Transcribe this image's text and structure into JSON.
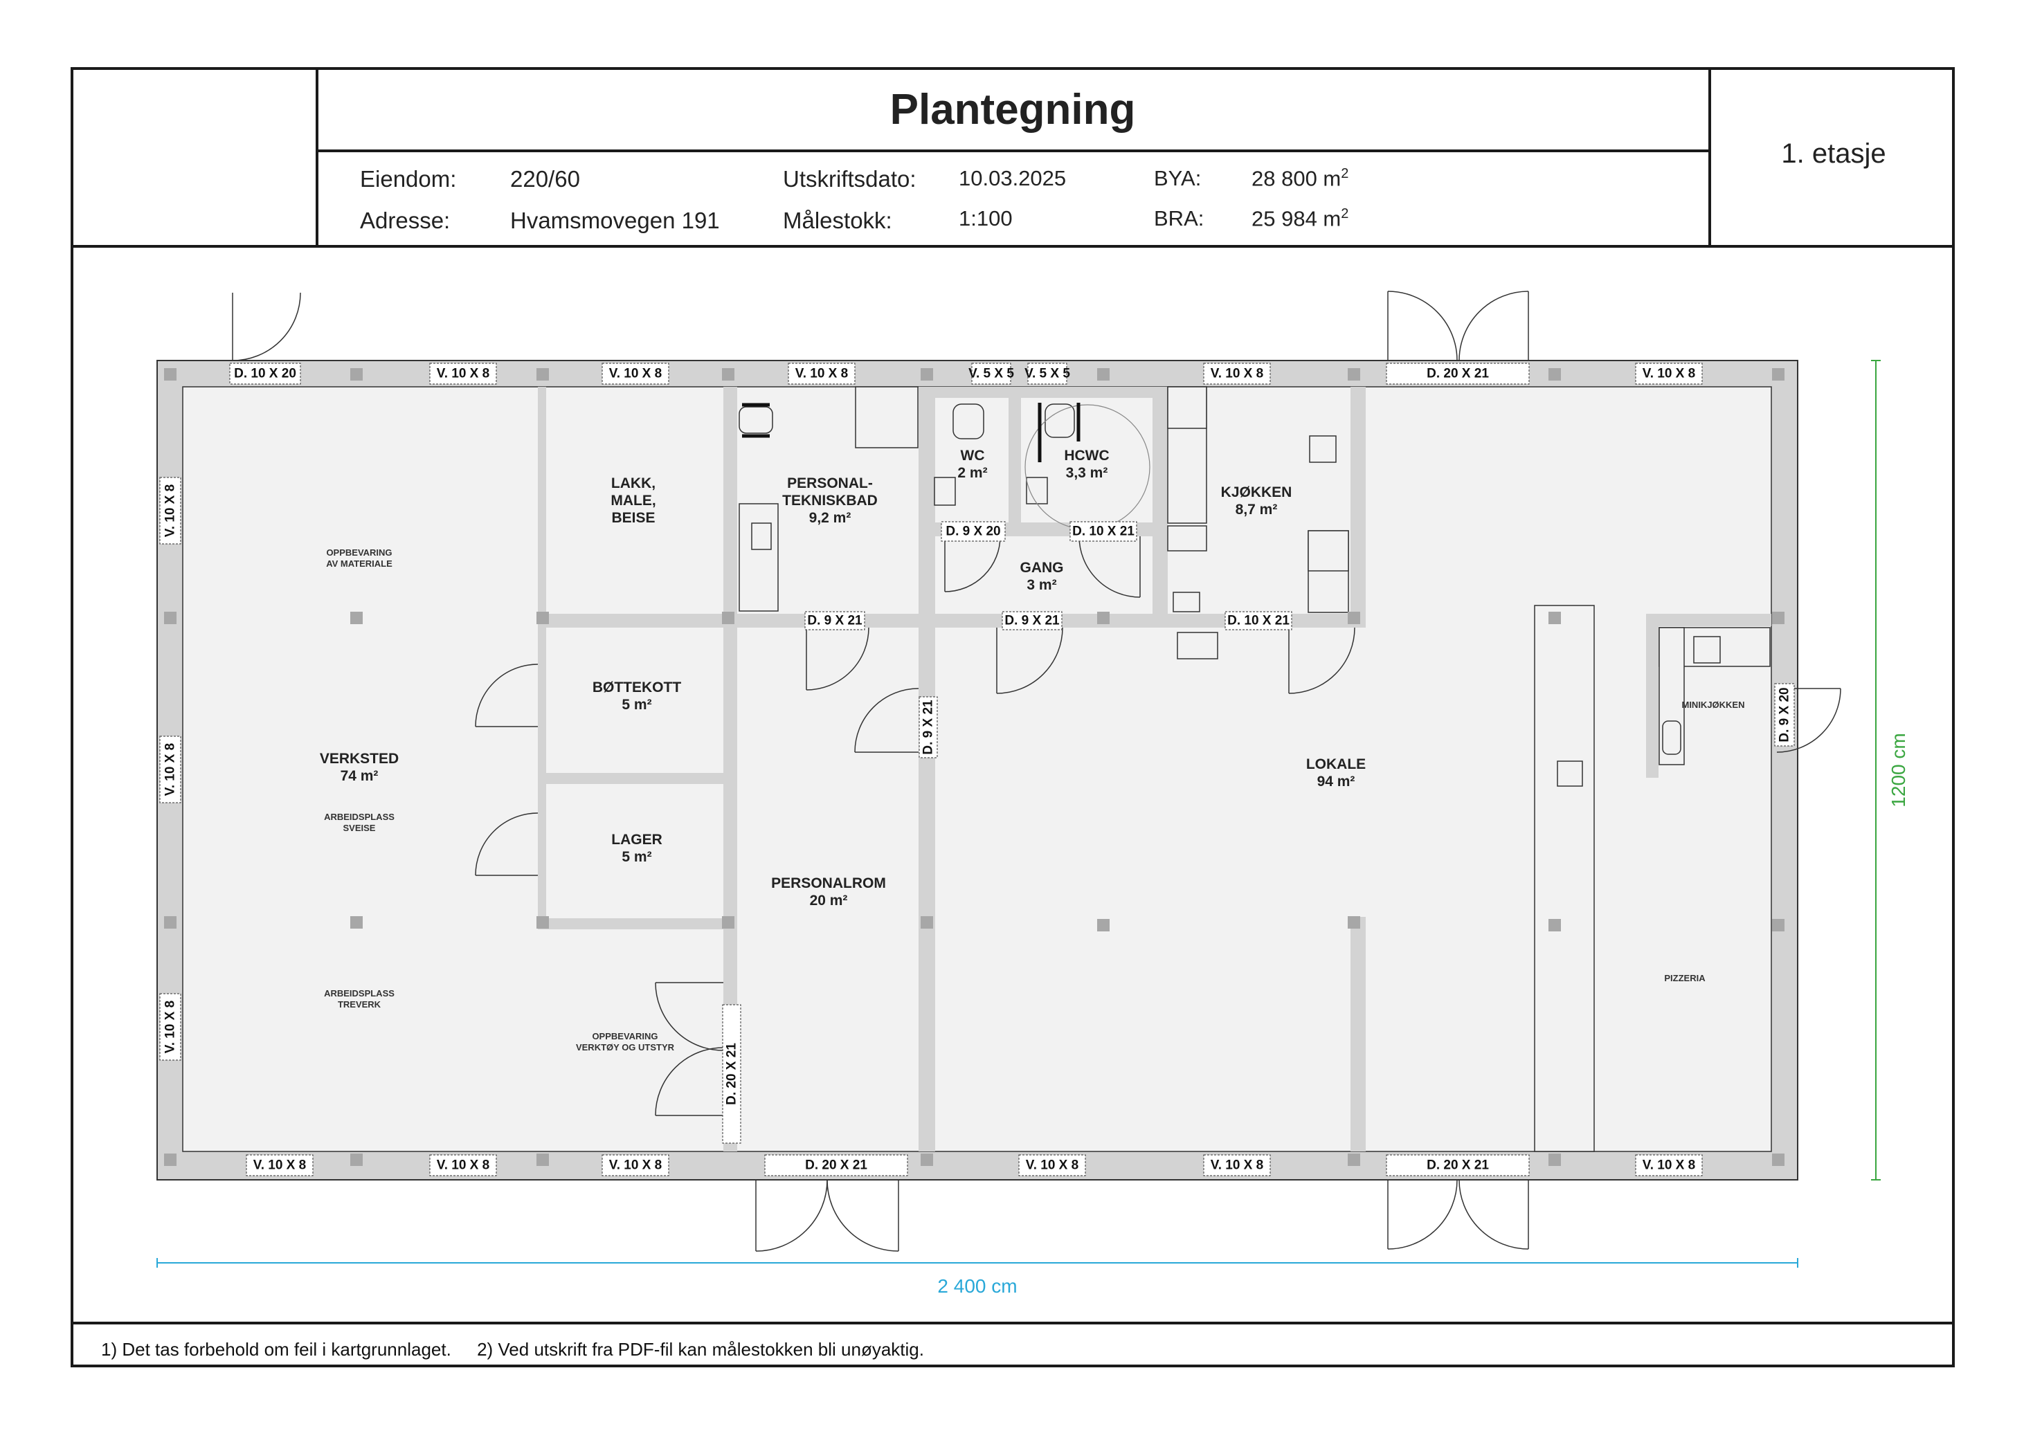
{
  "header": {
    "title": "Plantegning",
    "floor": "1. etasje",
    "fields": {
      "eiendom_label": "Eiendom:",
      "eiendom_value": "220/60",
      "adresse_label": "Adresse:",
      "adresse_value": "Hvamsmovegen 191",
      "utskriftsdato_label": "Utskriftsdato:",
      "utskriftsdato_value": "10.03.2025",
      "malestokk_label": "Målestokk:",
      "malestokk_value": "1:100",
      "bya_label": "BYA:",
      "bya_value": "28 800 m",
      "bra_label": "BRA:",
      "bra_value": "25 984 m",
      "area_unit_sup": "2"
    }
  },
  "footer": {
    "note1": "1) Det tas forbehold om feil i kartgrunnlaget.",
    "note2": "2) Ved utskrift fra PDF-fil kan målestokken bli unøyaktig."
  },
  "dimensions": {
    "width_label": "2 400 cm",
    "height_label": "1200 cm",
    "width_color": "#29a8d8",
    "height_color": "#3aa640"
  },
  "colors": {
    "wall": "#d3d3d3",
    "floor": "#f2f2f2",
    "pillar": "#a7a7a7",
    "line": "#333333"
  },
  "rooms": [
    {
      "name": "VERKSTED",
      "area": "74 m²"
    },
    {
      "name": "LAKK,",
      "line2": "MALE,",
      "line3": "BEISE"
    },
    {
      "name": "PERSONAL-",
      "line2": "TEKNISKBAD",
      "area": "9,2 m²"
    },
    {
      "name": "WC",
      "area": "2 m²"
    },
    {
      "name": "HCWC",
      "area": "3,3 m²"
    },
    {
      "name": "KJØKKEN",
      "area": "8,7 m²"
    },
    {
      "name": "GANG",
      "area": "3 m²"
    },
    {
      "name": "BØTTEKOTT",
      "area": "5 m²"
    },
    {
      "name": "LAGER",
      "area": "5 m²"
    },
    {
      "name": "PERSONALROM",
      "area": "20 m²"
    },
    {
      "name": "LOKALE",
      "area": "94 m²"
    }
  ],
  "small_labels": [
    {
      "line1": "OPPBEVARING",
      "line2": "AV MATERIALE"
    },
    {
      "line1": "ARBEIDSPLASS",
      "line2": "SVEISE"
    },
    {
      "line1": "ARBEIDSPLASS",
      "line2": "TREVERK"
    },
    {
      "line1": "OPPBEVARING",
      "line2": "VERKTØY OG UTSTYR"
    },
    {
      "line1": "MINIKJØKKEN"
    },
    {
      "line1": "PIZZERIA"
    }
  ],
  "openings": {
    "top": [
      "D. 10 X 20",
      "V. 10 X 8",
      "V. 10 X 8",
      "V. 10 X 8",
      "V. 5 X 5",
      "V. 5 X 5",
      "V. 10 X 8",
      "D. 20 X 21",
      "V. 10 X 8"
    ],
    "bottom": [
      "V. 10 X 8",
      "V. 10 X 8",
      "V. 10 X 8",
      "D. 20 X 21",
      "V. 10 X 8",
      "V. 10 X 8",
      "D. 20 X 21",
      "V. 10 X 8"
    ],
    "left": [
      "V. 10 X 8",
      "V. 10 X 8",
      "V. 10 X 8"
    ],
    "right": [
      "D. 9 X 20"
    ],
    "interior": [
      "D. 9 X 20",
      "D. 10 X 21",
      "D. 9 X 21",
      "D. 9 X 21",
      "D. 10 X 21",
      "D. 9 X 21",
      "D. 20 X 21"
    ]
  }
}
